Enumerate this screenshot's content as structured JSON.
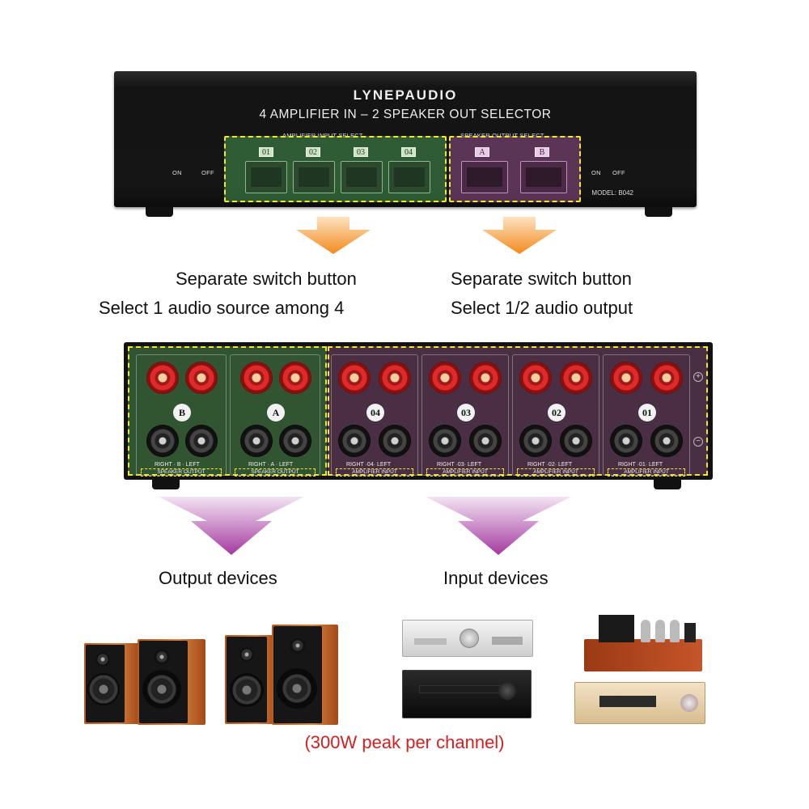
{
  "front_panel": {
    "brand": "LYNEPAUDIO",
    "subtitle": "4 AMPLIFIER IN – 2 SPEAKER OUT SELECTOR",
    "input_group_label": "AMPLIFIER INPUT SELECT",
    "output_group_label": "SPEAKER OUTPUT SELECT",
    "input_buttons": [
      "01",
      "02",
      "03",
      "04"
    ],
    "output_buttons": [
      "A",
      "B"
    ],
    "on_label": "ON",
    "off_label": "OFF",
    "model": "MODEL: B042"
  },
  "captions": {
    "left_line1": "Separate switch button",
    "left_line2": "Select 1 audio source among 4",
    "right_line1": "Separate switch button",
    "right_line2": "Select 1/2 audio output"
  },
  "rear_panel": {
    "speaker_cells": [
      {
        "num": "B",
        "foot": "RIGHT · B · LEFT",
        "tag": "SPEAKER OUTPUT"
      },
      {
        "num": "A",
        "foot": "RIGHT · A · LEFT",
        "tag": "SPEAKER OUTPUT"
      }
    ],
    "amp_cells": [
      {
        "num": "04",
        "foot": "RIGHT ·04· LEFT",
        "tag": "AMPLIFIER INPUT"
      },
      {
        "num": "03",
        "foot": "RIGHT ·03· LEFT",
        "tag": "AMPLIFIER INPUT"
      },
      {
        "num": "02",
        "foot": "RIGHT ·02· LEFT",
        "tag": "AMPLIFIER INPUT"
      },
      {
        "num": "01",
        "foot": "RIGHT ·01· LEFT",
        "tag": "AMPLIFIER INPUT"
      }
    ],
    "plus": "+",
    "minus": "−"
  },
  "device_labels": {
    "output": "Output devices",
    "input": "Input devices"
  },
  "footer": "(300W peak per channel)",
  "colors": {
    "arrow_orange": "#f28a1e",
    "arrow_purple": "#a43aa0",
    "highlight_dash": "#f3e62c",
    "footer_red": "#d42020"
  },
  "icons": [
    "down-arrow-icon",
    "speaker-icon",
    "amplifier-icon"
  ]
}
